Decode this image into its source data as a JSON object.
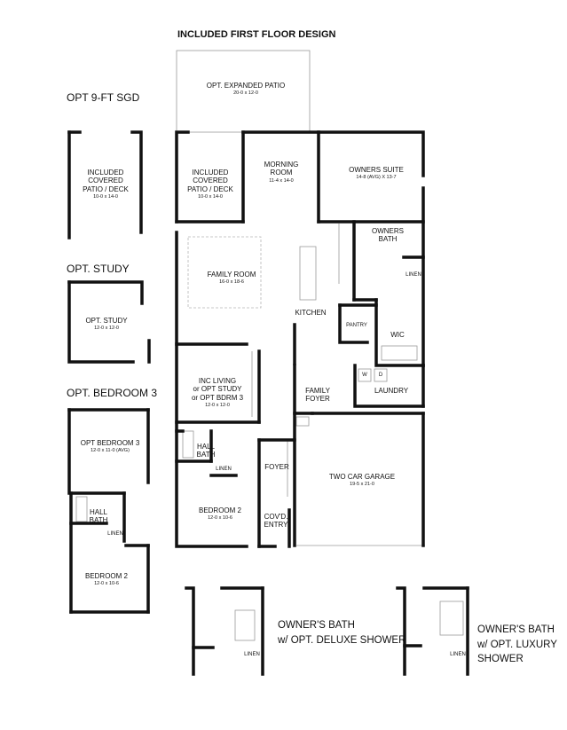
{
  "page_title": "INCLUDED FIRST FLOOR DESIGN",
  "section_labels": {
    "opt_sgd": "OPT 9-FT SGD",
    "opt_study": "OPT. STUDY",
    "opt_bedroom3": "OPT. BEDROOM 3"
  },
  "rooms": {
    "expanded_patio": {
      "name": "OPT. EXPANDED PATIO",
      "dim": "20-0 x 12-0"
    },
    "covered_patio_main": {
      "name": "INCLUDED\nCOVERED\nPATIO / DECK",
      "dim": "10-0 x 14-0"
    },
    "covered_patio_opt": {
      "name": "INCLUDED\nCOVERED\nPATIO / DECK",
      "dim": "10-0 x 14-0"
    },
    "morning_room": {
      "name": "MORNING\nROOM",
      "dim": "11-4 x 14-0"
    },
    "owners_suite": {
      "name": "OWNERS SUITE",
      "dim": "14-8 (AVG) X 13-7"
    },
    "owners_bath": {
      "name": "OWNERS\nBATH"
    },
    "linen_owner": {
      "name": "LINEN"
    },
    "family_room": {
      "name": "FAMILY ROOM",
      "dim": "16-0 x 18-6"
    },
    "kitchen": {
      "name": "KITCHEN"
    },
    "pantry": {
      "name": "PANTRY"
    },
    "wic": {
      "name": "WIC"
    },
    "washer": {
      "name": "W"
    },
    "dryer": {
      "name": "D"
    },
    "laundry": {
      "name": "LAUNDRY"
    },
    "family_foyer": {
      "name": "FAMILY\nFOYER"
    },
    "inc_living": {
      "name": "INC LIVING\nor OPT STUDY\nor OPT BDRM 3",
      "dim": "12-0 x 12-0"
    },
    "hall_bath": {
      "name": "HALL\nBATH"
    },
    "linen_hall": {
      "name": "LINEN"
    },
    "foyer": {
      "name": "FOYER"
    },
    "two_car_garage": {
      "name": "TWO CAR GARAGE",
      "dim": "19-5 x 21-0"
    },
    "bedroom2": {
      "name": "BEDROOM 2",
      "dim": "12-0 x 10-6"
    },
    "covd_entry": {
      "name": "COV'D.\nENTRY"
    },
    "opt_study_room": {
      "name": "OPT. STUDY",
      "dim": "12-0 x 12-0"
    },
    "opt_bedroom3_room": {
      "name": "OPT BEDROOM 3",
      "dim": "12-0 x 11-0 (AVG)"
    },
    "hall_bath_opt": {
      "name": "HALL\nBATH"
    },
    "linen_opt": {
      "name": "LINEN"
    },
    "bedroom2_opt": {
      "name": "BEDROOM 2",
      "dim": "12-0 x 10-6"
    },
    "linen_deluxe": {
      "name": "LINEN"
    },
    "linen_luxury": {
      "name": "LINEN"
    }
  },
  "options": {
    "deluxe_shower": "OWNER'S BATH\nw/ OPT. DELUXE SHOWER",
    "luxury_shower": "OWNER'S BATH\nw/ OPT. LUXURY\nSHOWER"
  },
  "colors": {
    "wall": "#111111",
    "thin_line": "#9a9a9a",
    "dashed": "#b5b5b5"
  }
}
